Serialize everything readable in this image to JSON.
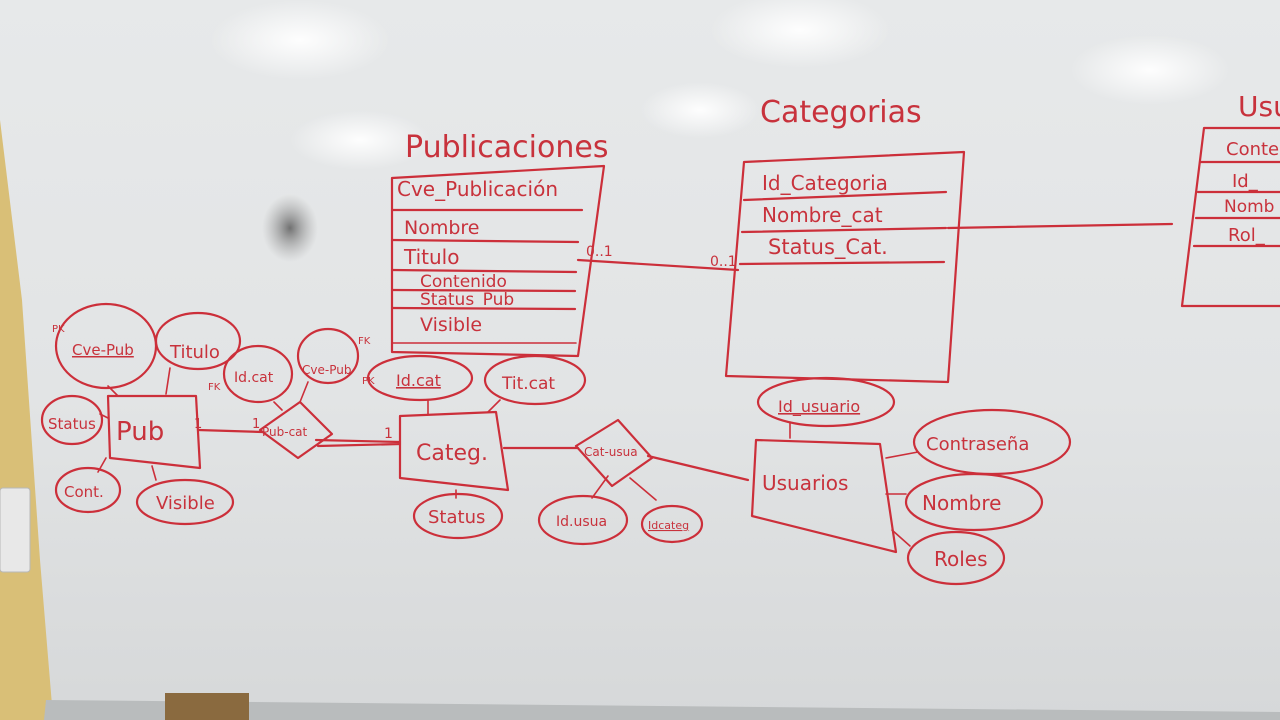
{
  "tables": {
    "publicaciones": {
      "title": "Publicaciones",
      "fields": [
        "Cve_Publicación",
        "Nombre",
        "Titulo",
        "Contenido",
        "Status_Pub",
        "Visible"
      ]
    },
    "categorias": {
      "title": "Categorias",
      "fields": [
        "Id_Categoria",
        "Nombre_cat",
        "Status_Cat."
      ]
    },
    "usuarios_partial": {
      "title": "Usu",
      "fields": [
        "Conte",
        "Id_",
        "Nomb",
        "Rol_"
      ]
    }
  },
  "table_relation": {
    "left_cardinality": "0..1",
    "right_cardinality": "0..1"
  },
  "er": {
    "entities": {
      "pub": "Pub",
      "categ": "Categ.",
      "usuarios": "Usuarios"
    },
    "relations": {
      "pub_cat": "Pub-cat",
      "cat_usua": "Cat-usua"
    },
    "attributes": {
      "cve_pub": "Cve-Pub",
      "titulo": "Titulo",
      "status_pub": "Status",
      "cont": "Cont.",
      "visible": "Visible",
      "id_cat_rel": "Id.cat",
      "cve_pub_rel": "Cve-Pub",
      "id_cat": "Id.cat",
      "titcat": "Tit.cat",
      "status_cat": "Status",
      "id_usua_rel": "Id.usua",
      "id_categ_rel": "Idcateg",
      "id_usuario": "Id_usuario",
      "contrasena": "Contraseña",
      "nombre": "Nombre",
      "roles": "Roles"
    },
    "key_marks": {
      "pk_pub": "PK",
      "fk_pubcat_left": "FK",
      "fk_pubcat_right": "FK",
      "pk_cat": "PK"
    },
    "cardinalities": {
      "pub_side": "1",
      "pubcat_left": "1",
      "categ_side": "1"
    }
  }
}
